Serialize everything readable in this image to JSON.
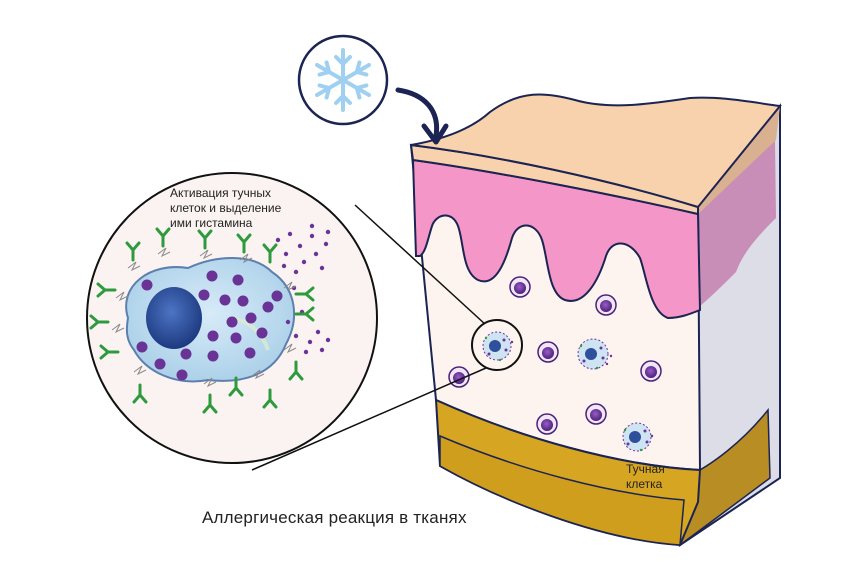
{
  "labels": {
    "zoom_title_line1": "Активация тучных",
    "zoom_title_line2": "клеток и выделение",
    "zoom_title_line3": "ими гистамина",
    "mast_cell_line1": "Тучная",
    "mast_cell_line2": "клетка",
    "caption": "Аллергическая реакция в тканях"
  },
  "icons": {
    "cold_stimulus": "snowflake-icon",
    "pointer": "curved-arrow-icon"
  },
  "colors": {
    "outline": "#1b2452",
    "epidermis_top": "#f8d2ad",
    "epidermis_pink": "#f497c8",
    "dermis": "#fdf3ef",
    "fat_layer": "#d6a521",
    "side_face": "#dcdde6",
    "snowflake": "#9fd0f2",
    "cell_body": "#b8d8ee",
    "nucleus": "#2d4f9c",
    "granule": "#6a3396",
    "antibody": "#2e9a3e"
  }
}
